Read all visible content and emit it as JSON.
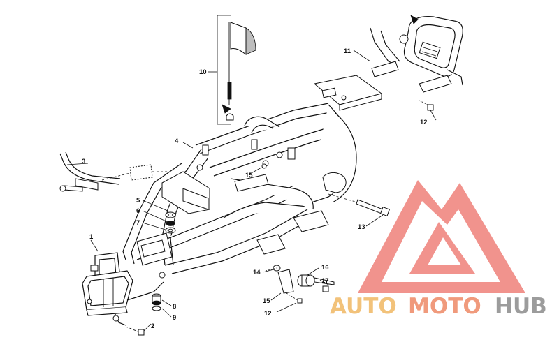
{
  "diagram": {
    "callouts": [
      {
        "id": "c1",
        "label": "1"
      },
      {
        "id": "c2",
        "label": "2"
      },
      {
        "id": "c3",
        "label": "3"
      },
      {
        "id": "c4",
        "label": "4"
      },
      {
        "id": "c5",
        "label": "5"
      },
      {
        "id": "c6",
        "label": "6"
      },
      {
        "id": "c7",
        "label": "7"
      },
      {
        "id": "c8",
        "label": "8"
      },
      {
        "id": "c9",
        "label": "9"
      },
      {
        "id": "c10",
        "label": "10"
      },
      {
        "id": "c11",
        "label": "11"
      },
      {
        "id": "c12a",
        "label": "12"
      },
      {
        "id": "c12b",
        "label": "12"
      },
      {
        "id": "c13",
        "label": "13"
      },
      {
        "id": "c14",
        "label": "14"
      },
      {
        "id": "c15a",
        "label": "15"
      },
      {
        "id": "c15b",
        "label": "15"
      },
      {
        "id": "c16",
        "label": "16"
      },
      {
        "id": "c17",
        "label": "17"
      }
    ]
  },
  "watermark": {
    "word_auto": "AUTO",
    "word_moto": "MOTO",
    "word_hub": "HUB",
    "colors": {
      "logo_red": "#f08a84",
      "auto": "#f2c27a",
      "moto": "#f09a7c",
      "hub": "#9c9c9c"
    }
  }
}
